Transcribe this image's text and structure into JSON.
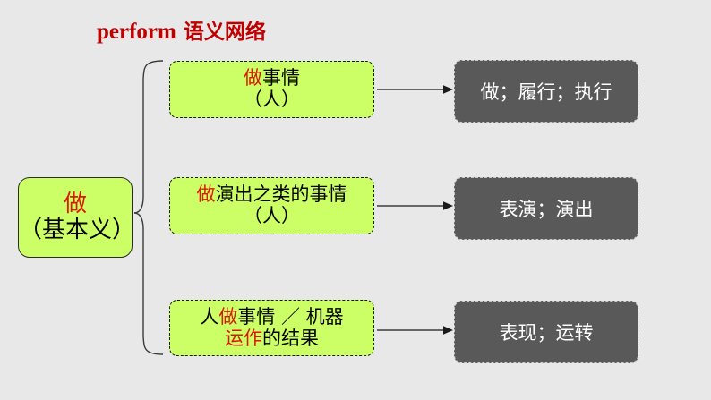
{
  "slide": {
    "background_color": "#e8e8e8",
    "title": {
      "english": "perform",
      "chinese": " 语义网络",
      "color": "#c00000"
    }
  },
  "colors": {
    "green_fill": "#ccff66",
    "gray_fill": "#595959",
    "highlight_red": "#d91a00",
    "title_red": "#c00000",
    "text_black": "#000000",
    "text_white": "#ffffff"
  },
  "root_node": {
    "name": "做（基本义）",
    "line1": "做",
    "line2": "（基本义）"
  },
  "connector": {
    "type": "curly-brace",
    "branches": 3
  },
  "branches": [
    {
      "id": "branch-1",
      "sense": {
        "line1_highlight": "做",
        "line1_rest": "事情",
        "line2": "（人）"
      },
      "arrow": "arrow-right",
      "meaning": "做；履行；执行"
    },
    {
      "id": "branch-2",
      "sense": {
        "line1_highlight": "做",
        "line1_rest": "演出之类的事情",
        "line2": "（人）"
      },
      "arrow": "arrow-right",
      "meaning": "表演；演出"
    },
    {
      "id": "branch-3",
      "sense": {
        "line1_prefix": "人",
        "line1_highlight": "做",
        "line1_rest": "事情 ／ 机器",
        "line2_highlight": "运作",
        "line2_rest": "的结果"
      },
      "arrow": "arrow-right",
      "meaning": "表现；运转"
    }
  ]
}
